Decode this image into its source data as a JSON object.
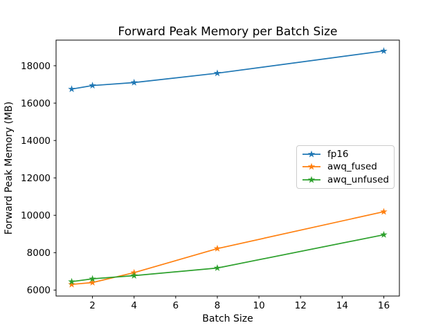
{
  "chart_data": {
    "type": "line",
    "title": "Forward Peak Memory per Batch Size",
    "xlabel": "Batch Size",
    "ylabel": "Forward Peak Memory (MB)",
    "x": [
      1,
      2,
      4,
      8,
      16
    ],
    "series": [
      {
        "name": "fp16",
        "color": "#1f77b4",
        "values": [
          16750,
          16940,
          17100,
          17600,
          18790
        ]
      },
      {
        "name": "awq_fused",
        "color": "#ff7f0e",
        "values": [
          6300,
          6400,
          6930,
          8220,
          10190
        ]
      },
      {
        "name": "awq_unfused",
        "color": "#2ca02c",
        "values": [
          6450,
          6600,
          6770,
          7180,
          8960
        ]
      }
    ],
    "xticks": [
      2,
      4,
      6,
      8,
      10,
      12,
      14,
      16
    ],
    "yticks": [
      6000,
      8000,
      10000,
      12000,
      14000,
      16000,
      18000
    ],
    "xlim": [
      0.25,
      16.75
    ],
    "ylim": [
      5680,
      19370
    ],
    "marker": "star",
    "grid": false,
    "legend": {
      "labels": [
        "fp16",
        "awq_fused",
        "awq_unfused"
      ],
      "position": "center-right"
    },
    "background_color": "#ffffff",
    "text_color": "#000000",
    "spine_color": "#000000"
  }
}
